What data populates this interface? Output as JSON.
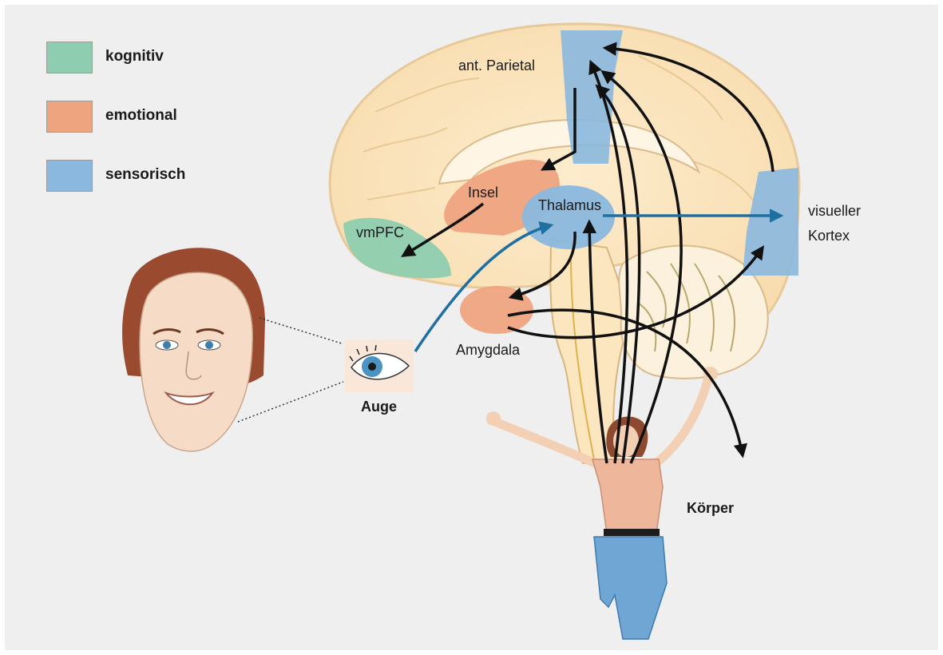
{
  "legend": {
    "items": [
      {
        "label": "kognitiv",
        "color": "#8ecdb0"
      },
      {
        "label": "emotional",
        "color": "#eea47f"
      },
      {
        "label": "sensorisch",
        "color": "#8ab8de"
      }
    ]
  },
  "regions": {
    "ant_parietal": "ant. Parietal",
    "insel": "Insel",
    "thalamus": "Thalamus",
    "vmpfc": "vmPFC",
    "amygdala": "Amygdala",
    "visual_cortex_line1": "visueller",
    "visual_cortex_line2": "Kortex"
  },
  "labels": {
    "auge": "Auge",
    "koerper": "Körper"
  },
  "colors": {
    "background": "#efefef",
    "brain_fill": "#fbe4bd",
    "arrow_black": "#111111",
    "arrow_blue": "#1f6fa0"
  }
}
